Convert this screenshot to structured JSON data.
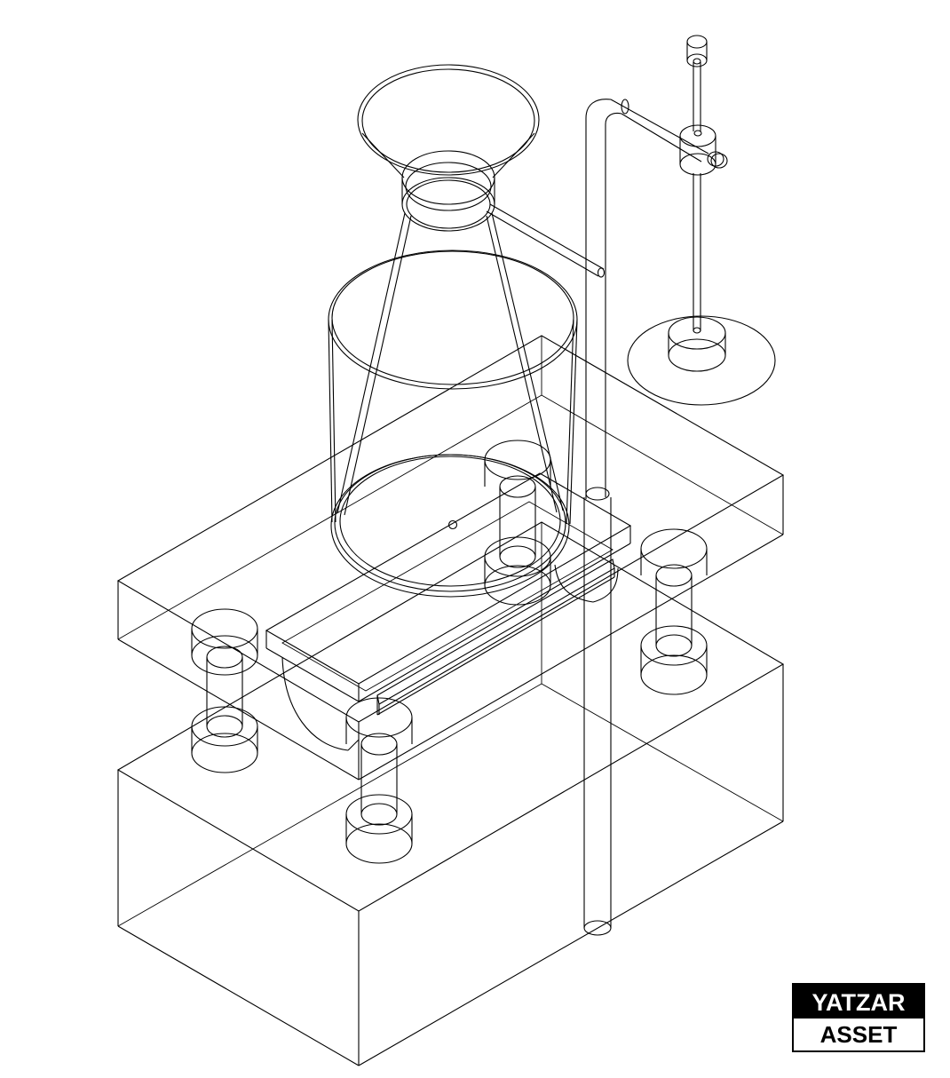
{
  "stamp": {
    "line1": "YATZAR",
    "line2": "ASSET"
  },
  "drawing": {
    "style": "isometric wireframe line drawing",
    "colors": {
      "line": "#000000",
      "background": "#ffffff",
      "stamp_fill": "#000000",
      "stamp_text": "#ffffff"
    }
  }
}
